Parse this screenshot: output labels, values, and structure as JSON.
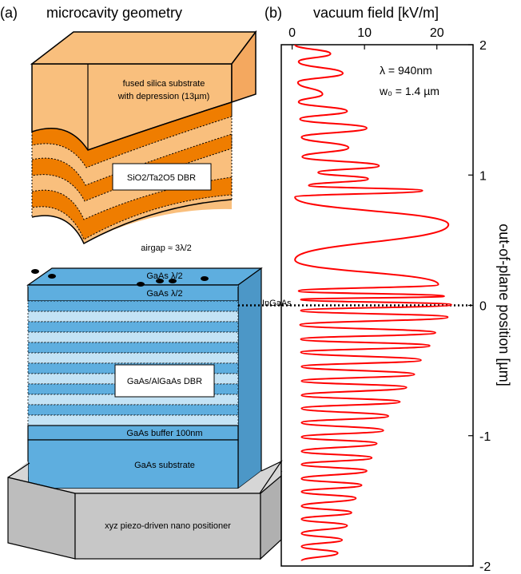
{
  "panel_a": {
    "label": "(a)",
    "title": "microcavity geometry",
    "substrate_label_1": "fused silica substrate",
    "substrate_label_2": "with depression (13µm)",
    "top_dbr_label": "SiO2/Ta2O5 DBR",
    "airgap_label": "airgap ≈ 3λ/2",
    "gaas_top_1": "GaAs λ/2",
    "gaas_top_2": "GaAs λ/2",
    "ingaas_label": "InGaAs",
    "bottom_dbr_label": "GaAs/AlGaAs DBR",
    "buffer_label": "GaAs buffer 100nm",
    "substrate_bottom_label": "GaAs substrate",
    "positioner_label": "xyz piezo-driven nano positioner",
    "colors": {
      "silica": "#f9bf7d",
      "silica_dark": "#ef7d00",
      "gaas": "#5eaedf",
      "algaas_light": "#c4e3f5",
      "positioner": "#c7c7c7"
    }
  },
  "chart_data": {
    "type": "line",
    "panel_label": "(b)",
    "title": "vacuum field [kV/m]",
    "xlabel": "vacuum field [kV/m]",
    "ylabel": "out-of-plane position [µm]",
    "xlim": [
      -1.5,
      25
    ],
    "ylim": [
      -2,
      2
    ],
    "x_ticks": [
      "0",
      "10",
      "20"
    ],
    "x_tick_values": [
      0,
      10,
      20
    ],
    "y_ticks": [
      "2",
      "1",
      "0",
      "-1",
      "-2"
    ],
    "y_tick_values": [
      2,
      1,
      0,
      -1,
      -2
    ],
    "annotation_1": "λ = 940nm",
    "annotation_2": "w₀ = 1.4 µm",
    "line_color": "#ff0000",
    "peaks": [
      {
        "y": 1.93,
        "x": 5.3
      },
      {
        "y": 1.78,
        "x": 7.0
      },
      {
        "y": 1.62,
        "x": 4.2
      },
      {
        "y": 1.49,
        "x": 7.6
      },
      {
        "y": 1.36,
        "x": 10.3
      },
      {
        "y": 1.21,
        "x": 7.8
      },
      {
        "y": 1.07,
        "x": 12.0
      },
      {
        "y": 0.97,
        "x": 10.5
      },
      {
        "y": 0.88,
        "x": 18.0
      },
      {
        "y": 0.62,
        "x": 21.6
      },
      {
        "y": 0.16,
        "x": 20.2
      },
      {
        "y": 0.07,
        "x": 21.0
      },
      {
        "y": 0.005,
        "x": 22.0
      },
      {
        "y": -0.09,
        "x": 21.5
      },
      {
        "y": -0.21,
        "x": 19.8
      },
      {
        "y": -0.31,
        "x": 19.0
      },
      {
        "y": -0.42,
        "x": 17.8
      },
      {
        "y": -0.53,
        "x": 16.9
      },
      {
        "y": -0.63,
        "x": 15.8
      },
      {
        "y": -0.74,
        "x": 14.9
      },
      {
        "y": -0.85,
        "x": 13.3
      },
      {
        "y": -0.96,
        "x": 12.6
      },
      {
        "y": -1.06,
        "x": 11.7
      },
      {
        "y": -1.17,
        "x": 11.0
      },
      {
        "y": -1.27,
        "x": 10.3
      },
      {
        "y": -1.38,
        "x": 9.6
      },
      {
        "y": -1.48,
        "x": 8.8
      },
      {
        "y": -1.59,
        "x": 8.2
      },
      {
        "y": -1.69,
        "x": 7.6
      },
      {
        "y": -1.8,
        "x": 6.9
      },
      {
        "y": -1.9,
        "x": 6.3
      }
    ],
    "minima": [
      {
        "y": 2.0,
        "x": 0.4
      },
      {
        "y": 1.87,
        "x": 0.9
      },
      {
        "y": 1.71,
        "x": 0.8
      },
      {
        "y": 1.56,
        "x": 0.9
      },
      {
        "y": 1.43,
        "x": 1.1
      },
      {
        "y": 1.29,
        "x": 1.3
      },
      {
        "y": 1.14,
        "x": 1.4
      },
      {
        "y": 1.02,
        "x": 3.6
      },
      {
        "y": 0.92,
        "x": 2.3
      },
      {
        "y": 0.83,
        "x": 0.4
      },
      {
        "y": 0.35,
        "x": 0.4
      },
      {
        "y": 0.11,
        "x": 0.9
      },
      {
        "y": 0.045,
        "x": 1.2
      },
      {
        "y": -0.04,
        "x": 1.2
      },
      {
        "y": -0.15,
        "x": 1.1
      },
      {
        "y": -0.26,
        "x": 1.2
      },
      {
        "y": -0.36,
        "x": 1.2
      },
      {
        "y": -0.47,
        "x": 1.3
      },
      {
        "y": -0.58,
        "x": 1.3
      },
      {
        "y": -0.69,
        "x": 1.3
      },
      {
        "y": -0.79,
        "x": 1.3
      },
      {
        "y": -0.9,
        "x": 1.3
      },
      {
        "y": -1.01,
        "x": 1.3
      },
      {
        "y": -1.12,
        "x": 1.3
      },
      {
        "y": -1.22,
        "x": 1.3
      },
      {
        "y": -1.33,
        "x": 1.3
      },
      {
        "y": -1.43,
        "x": 1.3
      },
      {
        "y": -1.54,
        "x": 1.3
      },
      {
        "y": -1.64,
        "x": 1.3
      },
      {
        "y": -1.75,
        "x": 1.3
      },
      {
        "y": -1.85,
        "x": 1.3
      },
      {
        "y": -1.96,
        "x": 1.3
      }
    ]
  }
}
